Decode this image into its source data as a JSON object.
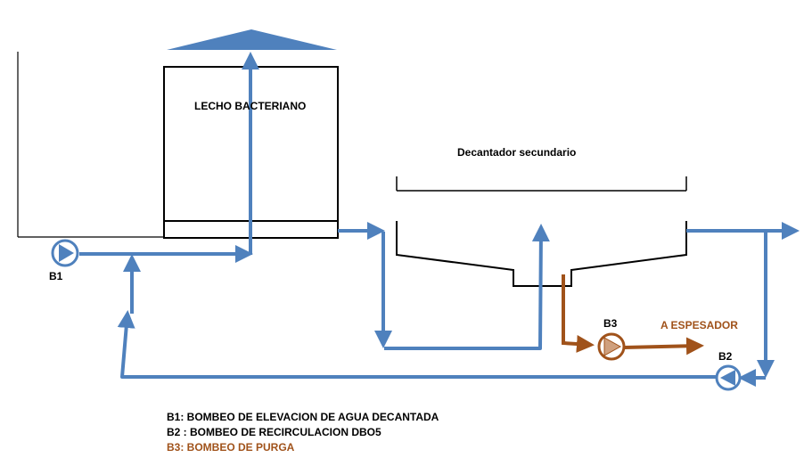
{
  "colors": {
    "flow": "#4f81bd",
    "purge": "#a0521a",
    "outline": "#000000",
    "text": "#000000"
  },
  "labels": {
    "filter": "LECHO BACTERIANO",
    "clarifier": "Decantador secundario",
    "pump_b1": "B1",
    "pump_b2": "B2",
    "pump_b3": "B3",
    "to_thickener": "A ESPESADOR"
  },
  "legend": [
    {
      "text": "B1: BOMBEO DE ELEVACION DE AGUA DECANTADA",
      "color": "#000000"
    },
    {
      "text": "B2 : BOMBEO DE RECIRCULACION DBO5",
      "color": "#000000"
    },
    {
      "text": "B3: BOMBEO DE PURGA",
      "color": "#a0521a"
    }
  ],
  "icons": [
    "pump-icon",
    "arrow-icon"
  ]
}
